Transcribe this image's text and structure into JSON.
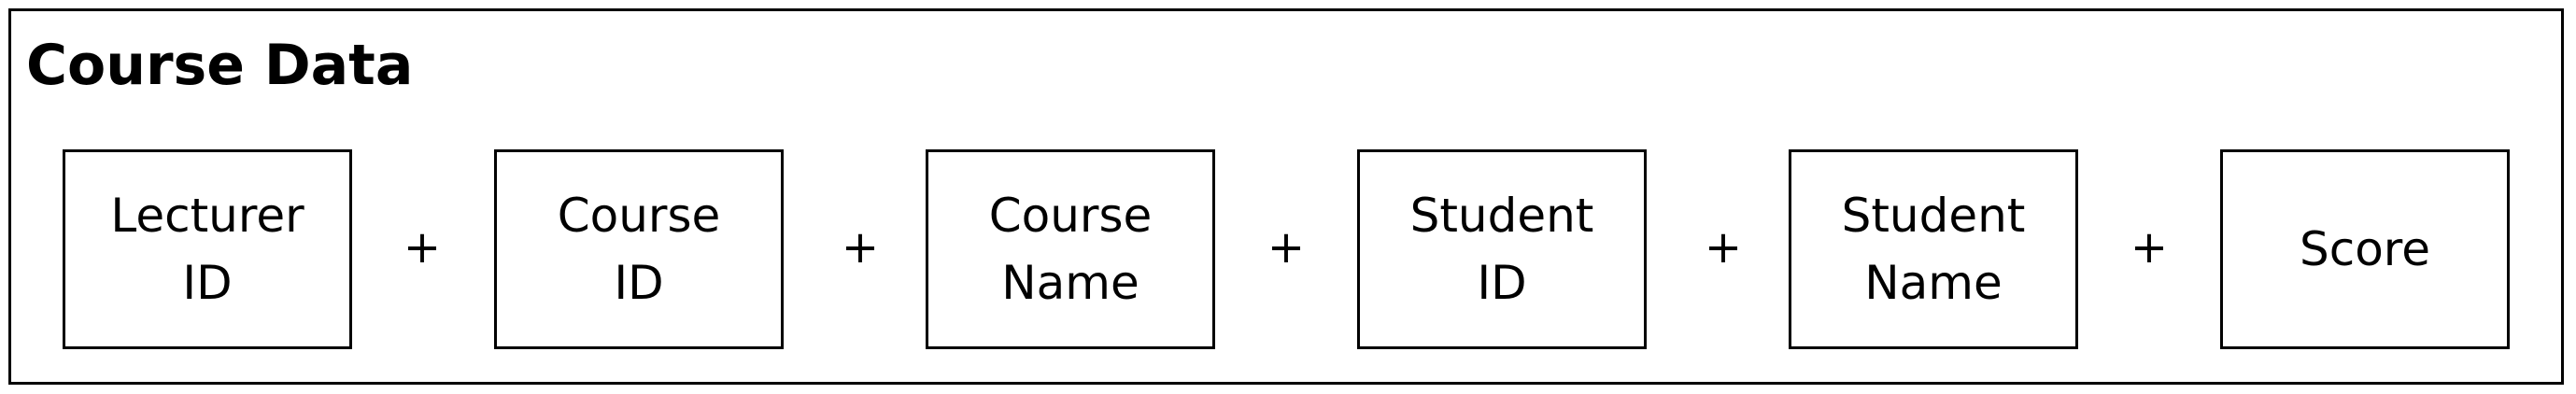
{
  "title": "Course Data",
  "attributes": [
    {
      "label": "Lecturer\nID"
    },
    {
      "label": "Course\nID"
    },
    {
      "label": "Course\nName"
    },
    {
      "label": "Student\nID"
    },
    {
      "label": "Student\nName"
    },
    {
      "label": "Score"
    }
  ],
  "operator": "+"
}
